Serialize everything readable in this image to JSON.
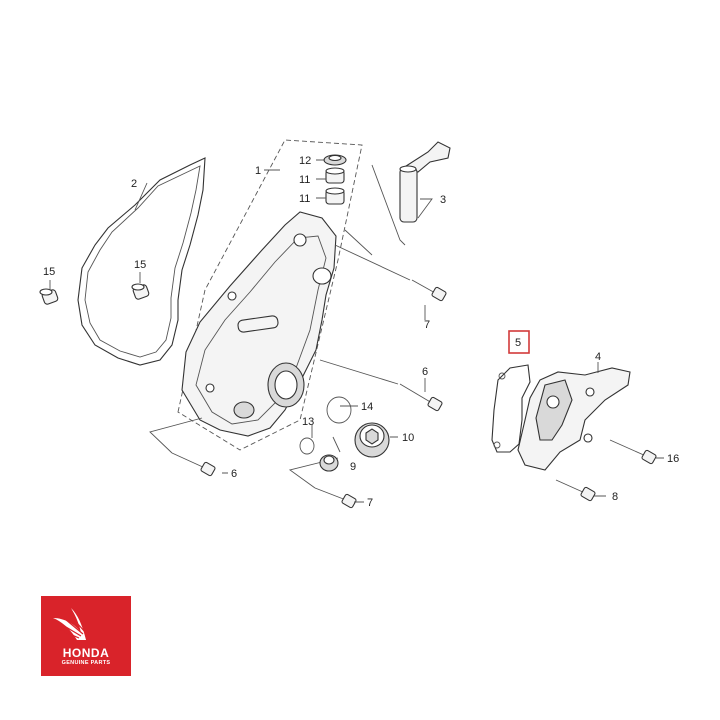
{
  "diagram": {
    "callouts": {
      "p1": "1",
      "p2": "2",
      "p3": "3",
      "p4": "4",
      "p5": "5",
      "p6a": "6",
      "p6b": "6",
      "p7a": "7",
      "p7b": "7",
      "p8": "8",
      "p9": "9",
      "p10": "10",
      "p11a": "11",
      "p11b": "11",
      "p12": "12",
      "p13": "13",
      "p14": "14",
      "p15a": "15",
      "p15b": "15",
      "p16": "16"
    },
    "highlighted_part": "5"
  },
  "logo": {
    "brand": "HONDA",
    "tagline": "GENUINE PARTS"
  },
  "colors": {
    "highlight": "#d23a3a",
    "logo_background": "#d9232a"
  }
}
